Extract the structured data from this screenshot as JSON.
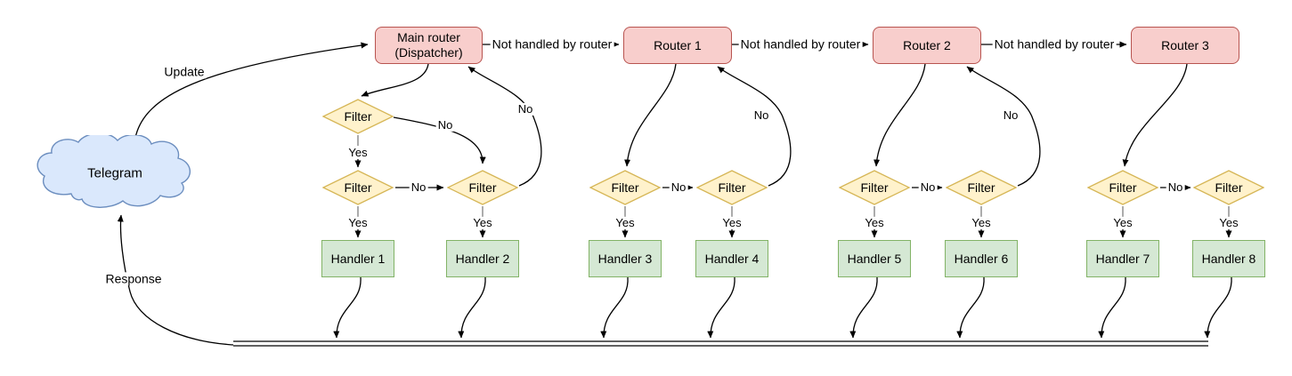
{
  "diagram": {
    "cloud": {
      "label": "Telegram"
    },
    "main_router": {
      "line1": "Main router",
      "line2": "(Dispatcher)"
    },
    "routers": [
      {
        "label": "Router 1"
      },
      {
        "label": "Router 2"
      },
      {
        "label": "Router 3"
      }
    ],
    "filters": [
      {
        "label": "Filter"
      },
      {
        "label": "Filter"
      },
      {
        "label": "Filter"
      },
      {
        "label": "Filter"
      },
      {
        "label": "Filter"
      },
      {
        "label": "Filter"
      },
      {
        "label": "Filter"
      },
      {
        "label": "Filter"
      },
      {
        "label": "Filter"
      }
    ],
    "handlers": [
      {
        "label": "Handler 1"
      },
      {
        "label": "Handler 2"
      },
      {
        "label": "Handler 3"
      },
      {
        "label": "Handler 4"
      },
      {
        "label": "Handler 5"
      },
      {
        "label": "Handler 6"
      },
      {
        "label": "Handler 7"
      },
      {
        "label": "Handler 8"
      }
    ],
    "labels": {
      "update": "Update",
      "response": "Response",
      "yes": "Yes",
      "no": "No",
      "not_handled": "Not handled by router"
    },
    "colors": {
      "router_fill": "#f8cecc",
      "router_stroke": "#b85450",
      "filter_fill": "#fff2cc",
      "filter_stroke": "#d6b656",
      "handler_fill": "#d5e8d4",
      "handler_stroke": "#82b366",
      "cloud_fill": "#dae8fc",
      "cloud_stroke": "#6c8ebf",
      "edge": "#000000"
    }
  }
}
